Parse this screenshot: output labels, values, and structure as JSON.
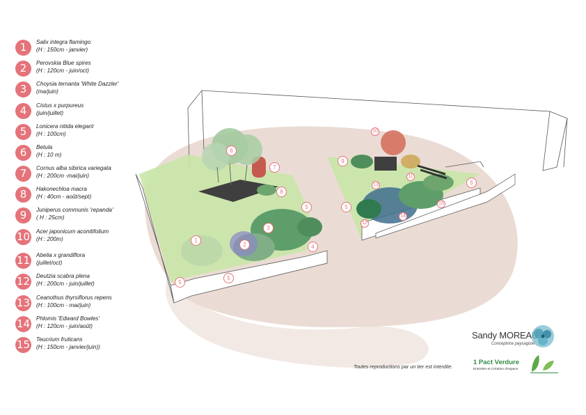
{
  "legend": [
    {
      "num": "1",
      "name": "Salix integra flamingo",
      "detail": "(H : 150cm - janvier)"
    },
    {
      "num": "2",
      "name": "Perovskia Blue spires",
      "detail": "(H : 120cm - juin/oct)"
    },
    {
      "num": "3",
      "name": "Choysia ternanta 'White Dazzler'",
      "detail": "(ma/juin)"
    },
    {
      "num": "4",
      "name": "Cistus x purpureus",
      "detail": "(juin/juillet)"
    },
    {
      "num": "5",
      "name": "Lonicera nitida elegant",
      "detail": "(H : 100cm)"
    },
    {
      "num": "6",
      "name": "Betula",
      "detail": "(H : 10 m)"
    },
    {
      "num": "7",
      "name": "Cornus alba sibirica variegata",
      "detail": "(H : 200cm -mai/juin)"
    },
    {
      "num": "8",
      "name": "Hakonechloa macra",
      "detail": "(H : 40cm - août/sept)"
    },
    {
      "num": "9",
      "name": "Juniperus communis 'repanda'",
      "detail": "( H : 25cm)"
    },
    {
      "num": "10",
      "name": "Acer japonicum aconitifolium",
      "detail": "(H : 200m)"
    },
    {
      "num": "11",
      "name": "Abelia x grandiflora",
      "detail": "(juillet/oct)"
    },
    {
      "num": "12",
      "name": "Deutzia scabra plena",
      "detail": "(H : 200cm - juin/juillet)"
    },
    {
      "num": "13",
      "name": "Ceanothus thyrsiflorus repens",
      "detail": "(H : 100cm - mai/juin)"
    },
    {
      "num": "14",
      "name": "Phlomis 'Edward Bowles'",
      "detail": "(H : 120cm - juin/août)"
    },
    {
      "num": "15",
      "name": "Teucrium fruticans",
      "detail": "(H : 150cm - janvier/juin))"
    }
  ],
  "designer": {
    "name": "Sandy MOREAU",
    "role": "Conceptrice paysagiste"
  },
  "copyright": "Toutes reproductions par un tier est interdite.",
  "company": {
    "name": "1 Pact Verdure",
    "tagline": "Entretien et Création d'espace"
  },
  "colors": {
    "accent": "#e5737a",
    "lawn": "#c9e6a8",
    "ground": "#e6d6cc",
    "shrub": "#5e9e6a",
    "brand": "#2f8b45"
  },
  "icons": {
    "logo": "blue-flower-logo",
    "company": "green-leaves-logo"
  }
}
